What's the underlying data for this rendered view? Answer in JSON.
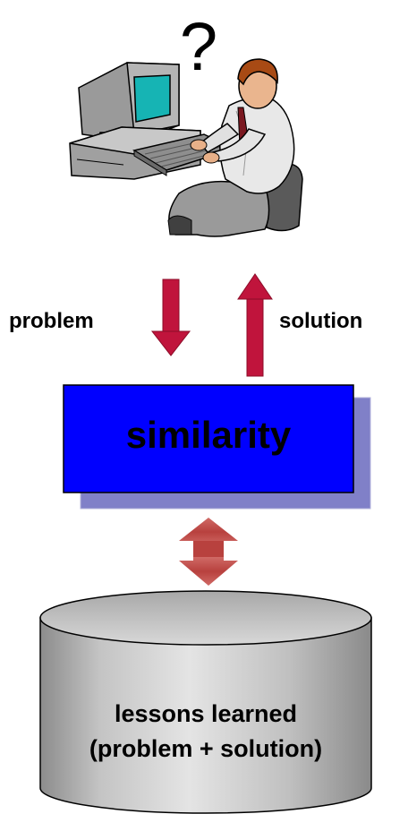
{
  "question_mark": "?",
  "labels": {
    "problem": "problem",
    "solution": "solution"
  },
  "similarity_box": {
    "label": "similarity",
    "fill": "#0000ff",
    "shadow": "#8080c8"
  },
  "database": {
    "line1": "lessons learned",
    "line2": "(problem + solution)"
  },
  "colors": {
    "arrow_red": "#c0143c",
    "arrow_double": "#c0504d"
  },
  "icons": {
    "user": "person-at-computer-icon"
  }
}
